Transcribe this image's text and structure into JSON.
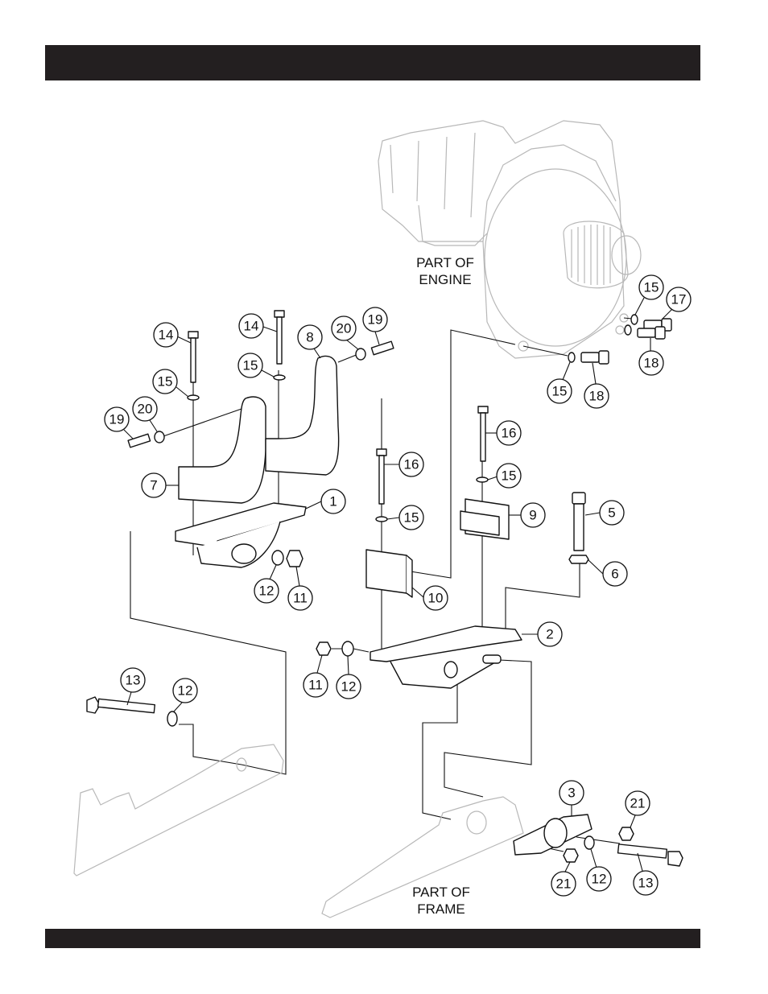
{
  "page": {
    "header_bar_color": "#231f20",
    "footer_bar_color": "#231f20"
  },
  "diagram": {
    "title": "Engine mount exploded parts diagram",
    "labels": {
      "engine": [
        "PART OF",
        "ENGINE"
      ],
      "frame": [
        "PART OF",
        "FRAME"
      ]
    },
    "callouts": [
      {
        "id": "c1",
        "num": "1"
      },
      {
        "id": "c2",
        "num": "2"
      },
      {
        "id": "c3",
        "num": "3"
      },
      {
        "id": "c5",
        "num": "5"
      },
      {
        "id": "c6",
        "num": "6"
      },
      {
        "id": "c7",
        "num": "7"
      },
      {
        "id": "c8",
        "num": "8"
      },
      {
        "id": "c9",
        "num": "9"
      },
      {
        "id": "c10",
        "num": "10"
      },
      {
        "id": "c11a",
        "num": "11"
      },
      {
        "id": "c11b",
        "num": "11"
      },
      {
        "id": "c12a",
        "num": "12"
      },
      {
        "id": "c12b",
        "num": "12"
      },
      {
        "id": "c12c",
        "num": "12"
      },
      {
        "id": "c12d",
        "num": "12"
      },
      {
        "id": "c13a",
        "num": "13"
      },
      {
        "id": "c13b",
        "num": "13"
      },
      {
        "id": "c14a",
        "num": "14"
      },
      {
        "id": "c14b",
        "num": "14"
      },
      {
        "id": "c15a",
        "num": "15"
      },
      {
        "id": "c15b",
        "num": "15"
      },
      {
        "id": "c15c",
        "num": "15"
      },
      {
        "id": "c15d",
        "num": "15"
      },
      {
        "id": "c15e",
        "num": "15"
      },
      {
        "id": "c15f",
        "num": "15"
      },
      {
        "id": "c16a",
        "num": "16"
      },
      {
        "id": "c16b",
        "num": "16"
      },
      {
        "id": "c17",
        "num": "17"
      },
      {
        "id": "c18a",
        "num": "18"
      },
      {
        "id": "c18b",
        "num": "18"
      },
      {
        "id": "c19a",
        "num": "19"
      },
      {
        "id": "c19b",
        "num": "19"
      },
      {
        "id": "c20a",
        "num": "20"
      },
      {
        "id": "c20b",
        "num": "20"
      },
      {
        "id": "c21a",
        "num": "21"
      },
      {
        "id": "c21b",
        "num": "21"
      }
    ]
  }
}
